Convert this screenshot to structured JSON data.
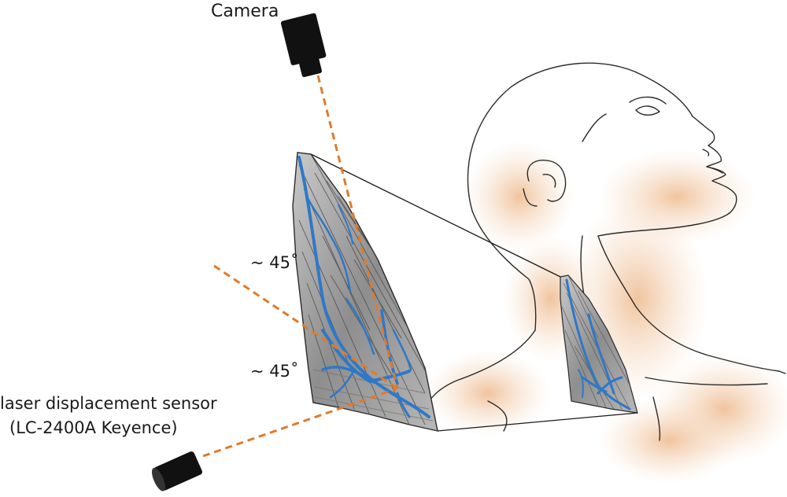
{
  "labels": {
    "camera": "Camera",
    "angle_upper": "~ 45˚",
    "angle_lower": "~ 45˚",
    "sensor_line1": "laser displacement sensor",
    "sensor_line2": "(LC-2400A Keyence)"
  },
  "colors": {
    "beam": "#e07b2a",
    "device": "#111111",
    "vein": "#2f78c8",
    "tissue": "#9a9a9a",
    "skin_tint": "#f1c9a2",
    "outline": "#2b2b2b"
  },
  "icons": {
    "camera": "camera-icon",
    "sensor": "laser-sensor-icon"
  }
}
